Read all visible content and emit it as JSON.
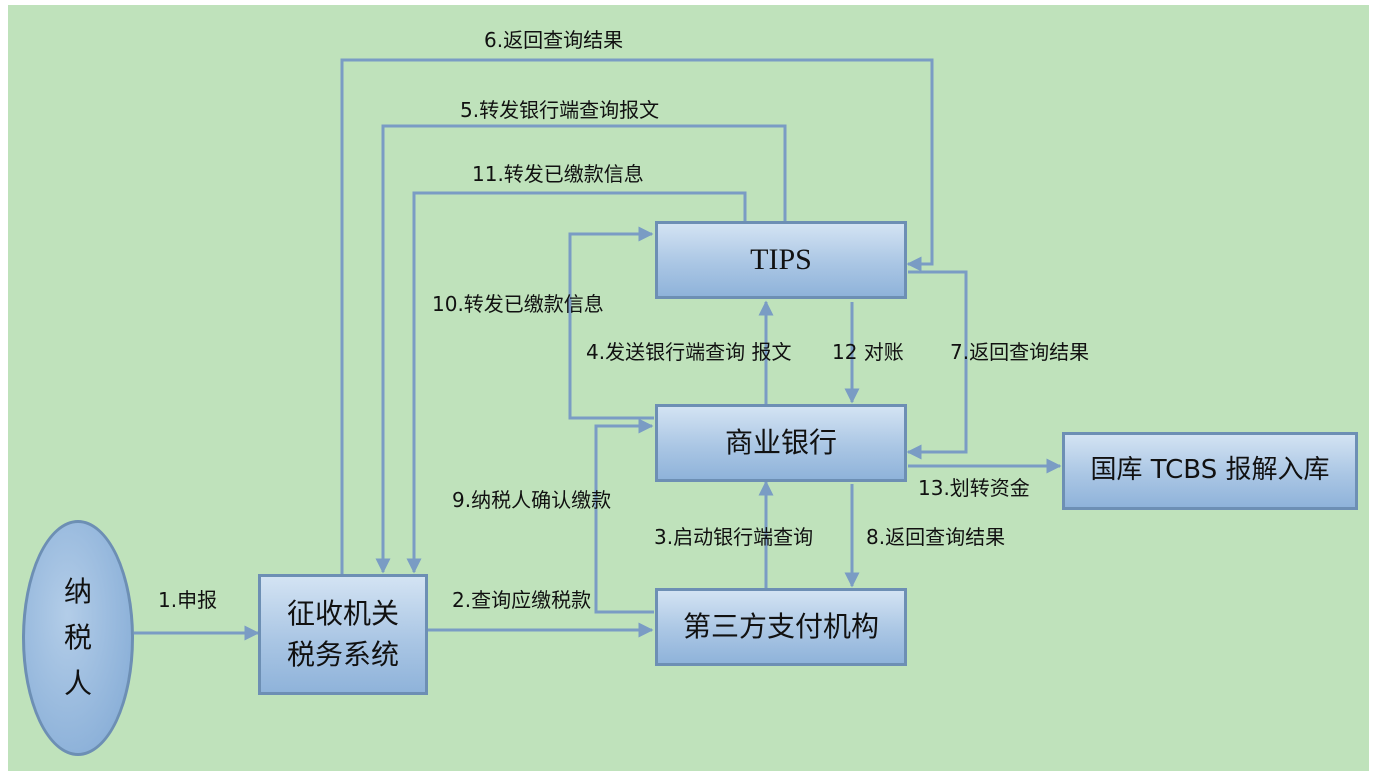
{
  "nodes": {
    "taxpayer": [
      "纳",
      "税",
      "人"
    ],
    "tax_system": [
      "征收机关",
      "税务系统"
    ],
    "tips": "TIPS",
    "bank": "商业银行",
    "third_party": "第三方支付机构",
    "treasury": "国库 TCBS 报解入库"
  },
  "steps": {
    "s1": "1.申报",
    "s2": "2.查询应缴税款",
    "s3": "3.启动银行端查询",
    "s4": "4.发送银行端查询 报文",
    "s5": "5.转发银行端查询报文",
    "s6": "6.返回查询结果",
    "s7": "7.返回查询结果",
    "s8": "8.返回查询结果",
    "s9": "9.纳税人确认缴款",
    "s10": "10.转发已缴款信息",
    "s11": "11.转发已缴款信息",
    "s12": "12 对账",
    "s13": "13.划转资金"
  },
  "colors": {
    "background": "#bfe2bb",
    "arrow": "#7a9cc4",
    "box_border": "#6d8fb4",
    "box_fill": "#9fbde0"
  }
}
